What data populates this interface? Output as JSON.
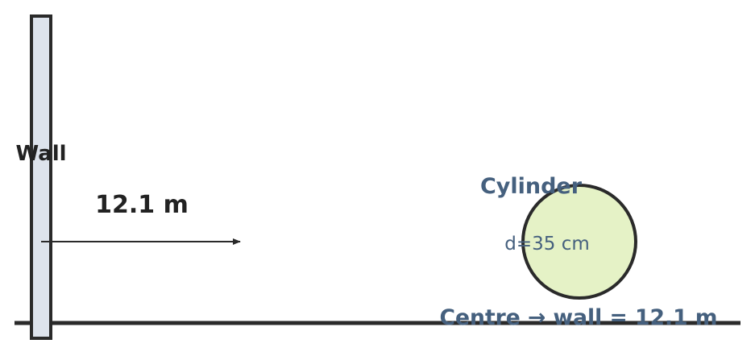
{
  "wall": {
    "label": "Wall"
  },
  "distance_arrow": {
    "label": "12.1 m"
  },
  "cylinder": {
    "label": "Cylinder",
    "diameter_label": "d=35 cm"
  },
  "caption": {
    "text": "Centre → wall = 12.1 m"
  },
  "colors": {
    "wall_fill": "#dde3ec",
    "outline": "#2a2a2a",
    "cylinder_fill": "#e5f2c6",
    "label_blue": "#45607e"
  }
}
